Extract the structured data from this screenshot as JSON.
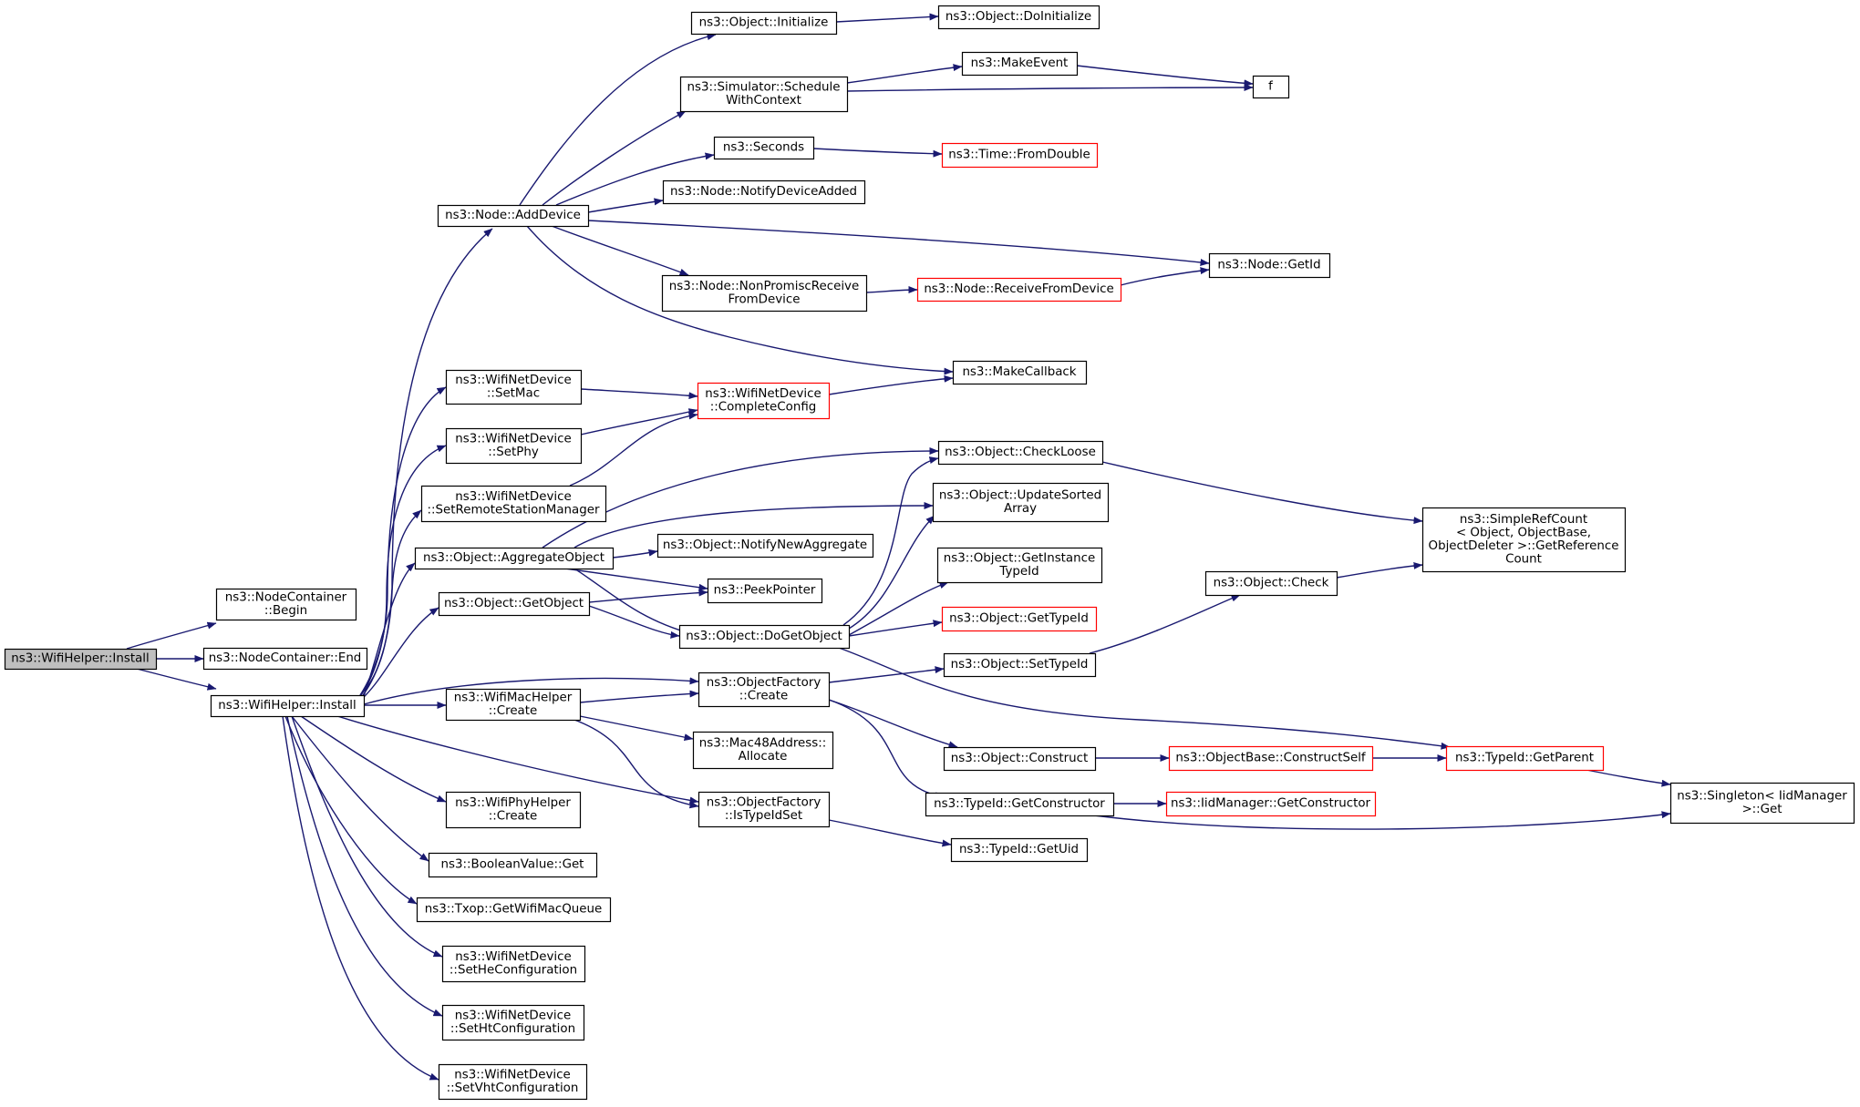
{
  "colors": {
    "edge": "#191970",
    "node_border": "#000000",
    "node_border_truncated": "#ff0000",
    "root_fill": "#bfbfbf",
    "node_fill": "#ffffff"
  },
  "nodes": [
    {
      "id": "root",
      "lines": [
        "ns3::WifiHelper::Install"
      ],
      "style": "root"
    },
    {
      "id": "nc_begin",
      "lines": [
        "ns3::NodeContainer",
        "::Begin"
      ],
      "style": "normal"
    },
    {
      "id": "nc_end",
      "lines": [
        "ns3::NodeContainer::End"
      ],
      "style": "normal"
    },
    {
      "id": "wh_install",
      "lines": [
        "ns3::WifiHelper::Install"
      ],
      "style": "normal"
    },
    {
      "id": "node_adddevice",
      "lines": [
        "ns3::Node::AddDevice"
      ],
      "style": "normal"
    },
    {
      "id": "obj_initialize",
      "lines": [
        "ns3::Object::Initialize"
      ],
      "style": "normal"
    },
    {
      "id": "obj_doinitialize",
      "lines": [
        "ns3::Object::DoInitialize"
      ],
      "style": "normal"
    },
    {
      "id": "sim_schedule",
      "lines": [
        "ns3::Simulator::Schedule",
        "WithContext"
      ],
      "style": "normal"
    },
    {
      "id": "makeevent",
      "lines": [
        "ns3::MakeEvent"
      ],
      "style": "normal"
    },
    {
      "id": "f",
      "lines": [
        "f"
      ],
      "style": "normal"
    },
    {
      "id": "seconds",
      "lines": [
        "ns3::Seconds"
      ],
      "style": "normal"
    },
    {
      "id": "time_fromdouble",
      "lines": [
        "ns3::Time::FromDouble"
      ],
      "style": "truncated"
    },
    {
      "id": "node_notifyadded",
      "lines": [
        "ns3::Node::NotifyDeviceAdded"
      ],
      "style": "normal"
    },
    {
      "id": "node_getid",
      "lines": [
        "ns3::Node::GetId"
      ],
      "style": "normal"
    },
    {
      "id": "node_nonpromisc",
      "lines": [
        "ns3::Node::NonPromiscReceive",
        "FromDevice"
      ],
      "style": "normal"
    },
    {
      "id": "node_receive",
      "lines": [
        "ns3::Node::ReceiveFromDevice"
      ],
      "style": "truncated"
    },
    {
      "id": "makecallback",
      "lines": [
        "ns3::MakeCallback"
      ],
      "style": "normal"
    },
    {
      "id": "wnd_setmac",
      "lines": [
        "ns3::WifiNetDevice",
        "::SetMac"
      ],
      "style": "normal"
    },
    {
      "id": "wnd_complete",
      "lines": [
        "ns3::WifiNetDevice",
        "::CompleteConfig"
      ],
      "style": "truncated"
    },
    {
      "id": "wnd_setphy",
      "lines": [
        "ns3::WifiNetDevice",
        "::SetPhy"
      ],
      "style": "normal"
    },
    {
      "id": "wnd_setrsm",
      "lines": [
        "ns3::WifiNetDevice",
        "::SetRemoteStationManager"
      ],
      "style": "normal"
    },
    {
      "id": "obj_aggregate",
      "lines": [
        "ns3::Object::AggregateObject"
      ],
      "style": "normal"
    },
    {
      "id": "obj_notifynewagg",
      "lines": [
        "ns3::Object::NotifyNewAggregate"
      ],
      "style": "normal"
    },
    {
      "id": "peekpointer",
      "lines": [
        "ns3::PeekPointer"
      ],
      "style": "normal"
    },
    {
      "id": "obj_getobject",
      "lines": [
        "ns3::Object::GetObject"
      ],
      "style": "normal"
    },
    {
      "id": "obj_dogetobject",
      "lines": [
        "ns3::Object::DoGetObject"
      ],
      "style": "normal"
    },
    {
      "id": "obj_checkloose",
      "lines": [
        "ns3::Object::CheckLoose"
      ],
      "style": "normal"
    },
    {
      "id": "obj_updatesorted",
      "lines": [
        "ns3::Object::UpdateSorted",
        "Array"
      ],
      "style": "normal"
    },
    {
      "id": "obj_getinstance",
      "lines": [
        "ns3::Object::GetInstance",
        "TypeId"
      ],
      "style": "normal"
    },
    {
      "id": "obj_gettypeid",
      "lines": [
        "ns3::Object::GetTypeId"
      ],
      "style": "truncated"
    },
    {
      "id": "obj_settypeid",
      "lines": [
        "ns3::Object::SetTypeId"
      ],
      "style": "normal"
    },
    {
      "id": "obj_check",
      "lines": [
        "ns3::Object::Check"
      ],
      "style": "normal"
    },
    {
      "id": "simplerefcount",
      "lines": [
        "ns3::SimpleRefCount",
        "< Object, ObjectBase,",
        "ObjectDeleter >::GetReference",
        "Count"
      ],
      "style": "normal"
    },
    {
      "id": "wmh_create",
      "lines": [
        "ns3::WifiMacHelper",
        "::Create"
      ],
      "style": "normal"
    },
    {
      "id": "of_create",
      "lines": [
        "ns3::ObjectFactory",
        "::Create"
      ],
      "style": "normal"
    },
    {
      "id": "mac48_allocate",
      "lines": [
        "ns3::Mac48Address::",
        "Allocate"
      ],
      "style": "normal"
    },
    {
      "id": "of_istypeidset",
      "lines": [
        "ns3::ObjectFactory",
        "::IsTypeIdSet"
      ],
      "style": "normal"
    },
    {
      "id": "obj_construct",
      "lines": [
        "ns3::Object::Construct"
      ],
      "style": "normal"
    },
    {
      "id": "objbase_constructself",
      "lines": [
        "ns3::ObjectBase::ConstructSelf"
      ],
      "style": "truncated"
    },
    {
      "id": "typeid_getparent",
      "lines": [
        "ns3::TypeId::GetParent"
      ],
      "style": "truncated"
    },
    {
      "id": "typeid_getconstructor",
      "lines": [
        "ns3::TypeId::GetConstructor"
      ],
      "style": "normal"
    },
    {
      "id": "iidmanager_getconstructor",
      "lines": [
        "ns3::IidManager::GetConstructor"
      ],
      "style": "truncated"
    },
    {
      "id": "singleton_get",
      "lines": [
        "ns3::Singleton< IidManager",
        ">::Get"
      ],
      "style": "normal"
    },
    {
      "id": "typeid_getuid",
      "lines": [
        "ns3::TypeId::GetUid"
      ],
      "style": "normal"
    },
    {
      "id": "wph_create",
      "lines": [
        "ns3::WifiPhyHelper",
        "::Create"
      ],
      "style": "normal"
    },
    {
      "id": "boolvalue_get",
      "lines": [
        "ns3::BooleanValue::Get"
      ],
      "style": "normal"
    },
    {
      "id": "txop_getqueue",
      "lines": [
        "ns3::Txop::GetWifiMacQueue"
      ],
      "style": "normal"
    },
    {
      "id": "wnd_sethe",
      "lines": [
        "ns3::WifiNetDevice",
        "::SetHeConfiguration"
      ],
      "style": "normal"
    },
    {
      "id": "wnd_setht",
      "lines": [
        "ns3::WifiNetDevice",
        "::SetHtConfiguration"
      ],
      "style": "normal"
    },
    {
      "id": "wnd_setvht",
      "lines": [
        "ns3::WifiNetDevice",
        "::SetVhtConfiguration"
      ],
      "style": "normal"
    }
  ]
}
